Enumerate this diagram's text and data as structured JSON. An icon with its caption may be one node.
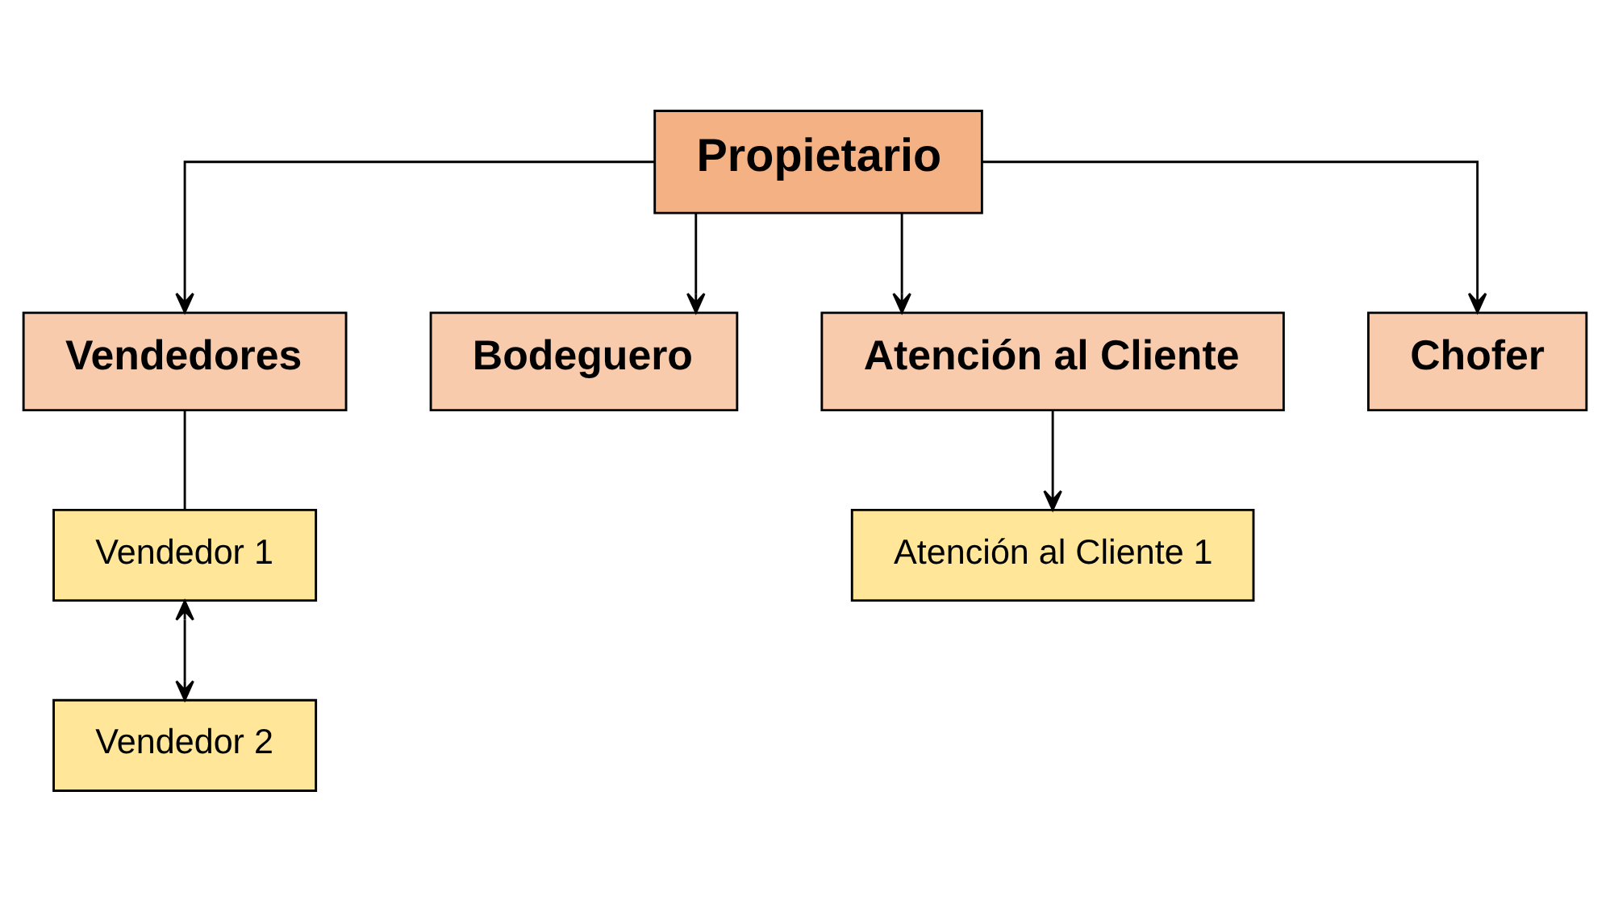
{
  "diagram": {
    "nodes": [
      {
        "text": [
          "Propietario"
        ]
      },
      {
        "text": [
          "Vendedores"
        ]
      },
      {
        "text": [
          "Bodeguero"
        ]
      },
      {
        "text": [
          "Atención al Cliente"
        ]
      },
      {
        "text": [
          "Vendedor 1"
        ]
      },
      {
        "text": [
          "Vendedor 2"
        ]
      },
      {
        "text": [
          "Chofer"
        ]
      },
      {
        "text": [
          "Atención al Cliente 1"
        ]
      }
    ],
    "edges": [
      {
        "from": 0,
        "to": 1,
        "arrow": "to"
      },
      {
        "from": 0,
        "to": 2,
        "arrow": "to"
      },
      {
        "from": 0,
        "to": 6,
        "arrow": "to"
      },
      {
        "from": 0,
        "to": 3,
        "arrow": "to"
      },
      {
        "from": 1,
        "to": 4,
        "arrow": "none"
      },
      {
        "from": 4,
        "to": 5,
        "arrow": "both"
      },
      {
        "from": 3,
        "to": 7,
        "arrow": "to"
      }
    ]
  }
}
